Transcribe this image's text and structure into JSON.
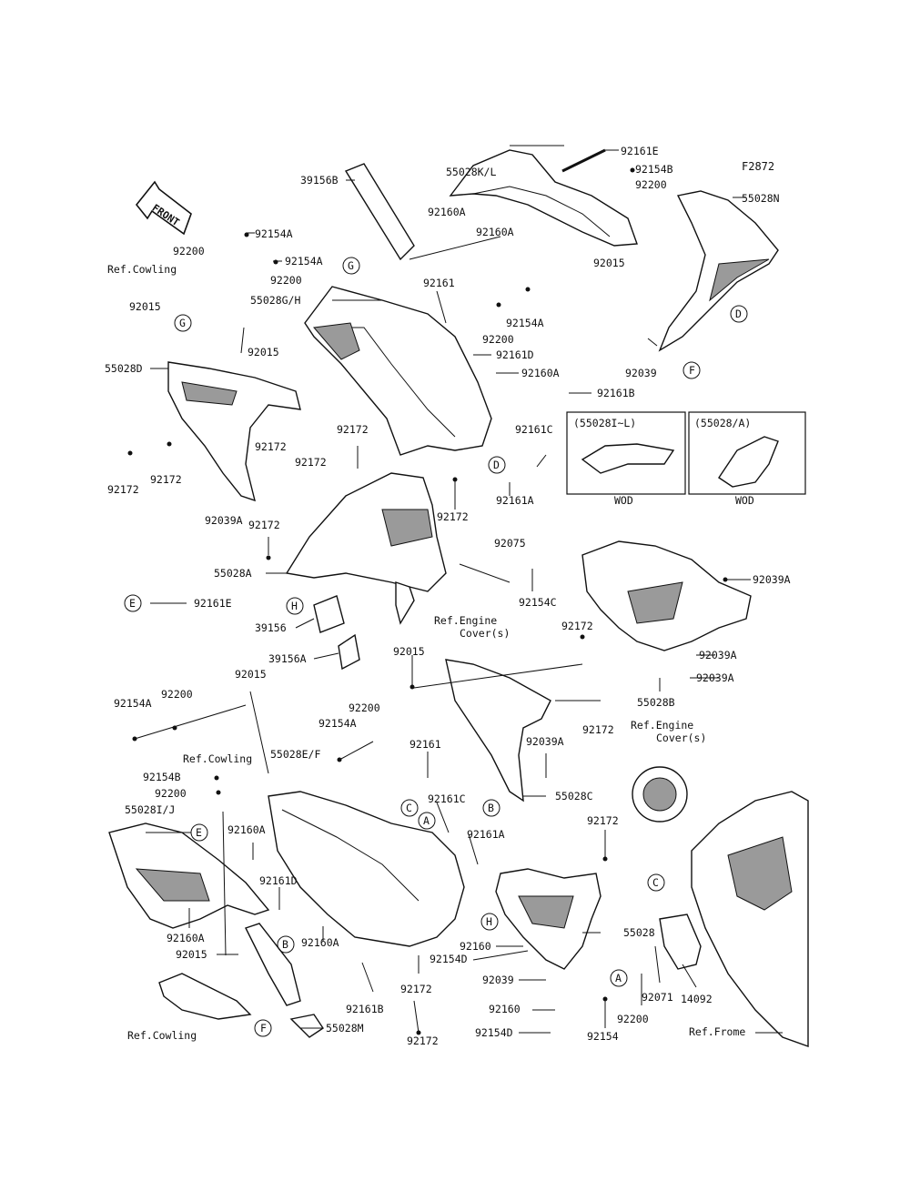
{
  "figure_code": "F2872",
  "front_label": "FRONT",
  "insets": [
    {
      "title": "(55028I~L)",
      "note": "WOD"
    },
    {
      "title": "(55028/A)",
      "note": "WOD"
    }
  ],
  "callouts": [
    "A",
    "B",
    "C",
    "D",
    "E",
    "F",
    "G",
    "H"
  ],
  "labels": {
    "l_92161E_top": "92161E",
    "l_55028KL": "55028K/L",
    "l_92154B_top": "92154B",
    "l_92200_top": "92200",
    "l_39156B": "39156B",
    "l_55028N": "55028N",
    "l_92160A_1": "92160A",
    "l_92160A_2": "92160A",
    "l_92154A_1": "92154A",
    "l_92200_1": "92200",
    "l_92154A_2": "92154A",
    "l_refcowl_1": "Ref.Cowling",
    "l_92200_2": "92200",
    "l_92015_top": "92015",
    "l_55028GH": "55028G/H",
    "l_92015_a": "92015",
    "l_92161_top": "92161",
    "l_92154A_3": "92154A",
    "l_92200_3": "92200",
    "l_92015_b": "92015",
    "l_92161D_top": "92161D",
    "l_55028D": "55028D",
    "l_92160A_3": "92160A",
    "l_92039_top": "92039",
    "l_92161B_top": "92161B",
    "l_92172_a": "92172",
    "l_92172_b": "92172",
    "l_92161C_top": "92161C",
    "l_92172_c": "92172",
    "l_92172_d": "92172",
    "l_92172_e": "92172",
    "l_92161A_top": "92161A",
    "l_92039A_1": "92039A",
    "l_92172_f": "92172",
    "l_92172_g": "92172",
    "l_92075": "92075",
    "l_55028A": "55028A",
    "l_92154C": "92154C",
    "l_92161E_left": "92161E",
    "l_92039A_2": "92039A",
    "l_refengine_1a": "Ref.Engine",
    "l_refengine_1b": "Cover(s)",
    "l_39156": "39156",
    "l_92172_h": "92172",
    "l_92039A_3": "92039A",
    "l_39156A": "39156A",
    "l_92015_c": "92015",
    "l_92039A_4": "92039A",
    "l_92015_d": "92015",
    "l_55028B": "55028B",
    "l_92154A_4": "92154A",
    "l_92200_4": "92200",
    "l_92200_5": "92200",
    "l_92172_i": "92172",
    "l_refengine_2a": "Ref.Engine",
    "l_refengine_2b": "Cover(s)",
    "l_92154A_5": "92154A",
    "l_refcowl_2": "Ref.Cowling",
    "l_55028EF": "55028E/F",
    "l_92161_mid": "92161",
    "l_92039A_5": "92039A",
    "l_92154B_mid": "92154B",
    "l_92200_6": "92200",
    "l_55028C": "55028C",
    "l_92161C_mid": "92161C",
    "l_55028IJ": "55028I/J",
    "l_92160A_4": "92160A",
    "l_92172_j": "92172",
    "l_92161A_mid": "92161A",
    "l_92161D_mid": "92161D",
    "l_55028": "55028",
    "l_14092": "14092",
    "l_92160A_5": "92160A",
    "l_92160": "92160",
    "l_92015_e": "92015",
    "l_92160A_6": "92160A",
    "l_92154D_1": "92154D",
    "l_92039": "92039",
    "l_92071": "92071",
    "l_92172_k": "92172",
    "l_92161B_mid": "92161B",
    "l_92160_b": "92160",
    "l_92200_7": "92200",
    "l_refcowl_3": "Ref.Cowling",
    "l_55028M": "55028M",
    "l_92154D_2": "92154D",
    "l_92154": "92154",
    "l_92172_l": "92172",
    "l_refframe": "Ref.Frome"
  }
}
